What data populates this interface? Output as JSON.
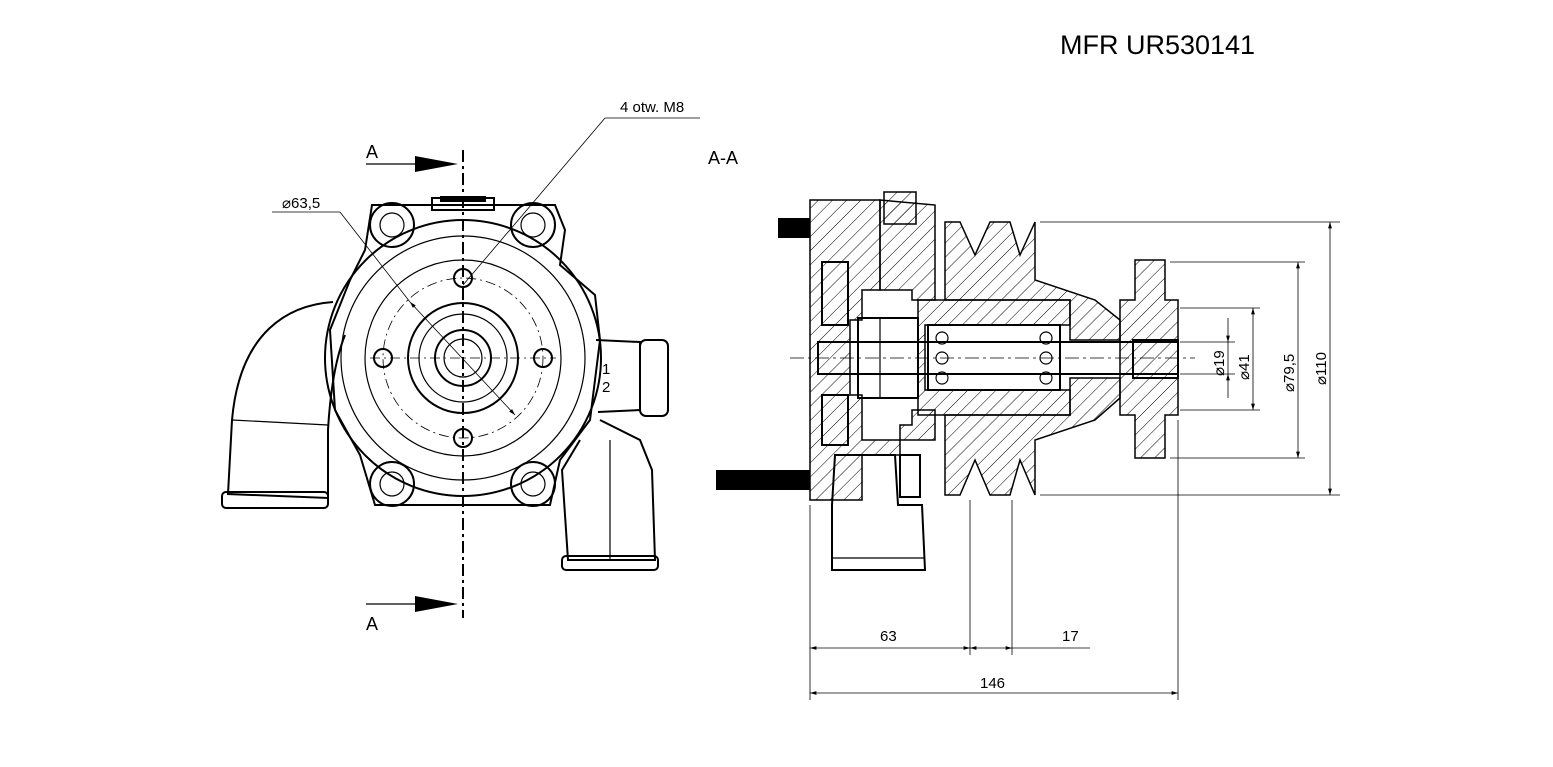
{
  "title": "MFR UR530141",
  "front_view": {
    "section_mark_top": "A",
    "section_mark_bottom": "A",
    "holes_note": "4 otw. M8",
    "diameter_label": "⌀63,5",
    "port_marks": [
      "1",
      "2"
    ]
  },
  "section_view": {
    "label": "A-A",
    "dims": {
      "d19": "⌀19",
      "d41": "⌀41",
      "d79": "⌀79,5",
      "d110": "⌀110",
      "l63": "63",
      "l17": "17",
      "l146": "146"
    }
  }
}
